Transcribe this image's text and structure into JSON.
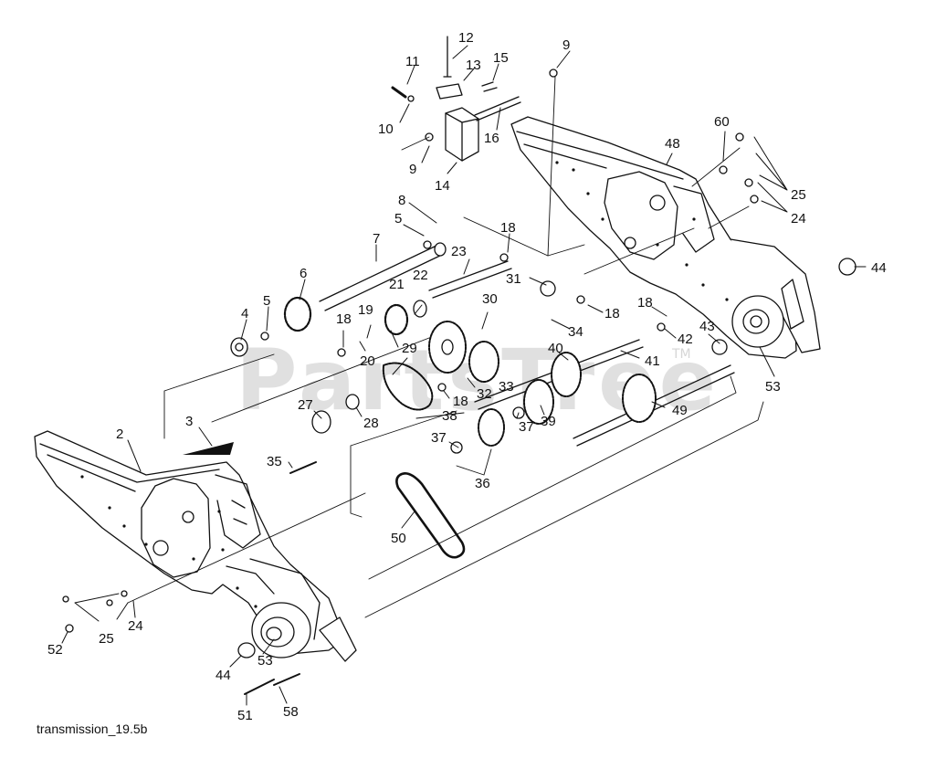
{
  "diagram": {
    "caption": "transmission_19.5b",
    "watermark": "PartsTree",
    "watermark_tm": "TM",
    "labels": {
      "l2": "2",
      "l3": "3",
      "l4": "4",
      "l5a": "5",
      "l5b": "5",
      "l6": "6",
      "l7": "7",
      "l8": "8",
      "l9a": "9",
      "l9b": "9",
      "l10": "10",
      "l11": "11",
      "l12": "12",
      "l13": "13",
      "l14": "14",
      "l15": "15",
      "l16": "16",
      "l18a": "18",
      "l18b": "18",
      "l18c": "18",
      "l18d": "18",
      "l18e": "18",
      "l19": "19",
      "l20": "20",
      "l21": "21",
      "l22": "22",
      "l23": "23",
      "l24a": "24",
      "l24b": "24",
      "l25a": "25",
      "l25b": "25",
      "l27": "27",
      "l28": "28",
      "l29": "29",
      "l30": "30",
      "l31": "31",
      "l32": "32",
      "l33": "33",
      "l34": "34",
      "l35": "35",
      "l36": "36",
      "l37a": "37",
      "l37b": "37",
      "l38": "38",
      "l39": "39",
      "l40": "40",
      "l41": "41",
      "l42": "42",
      "l43": "43",
      "l44a": "44",
      "l44b": "44",
      "l48": "48",
      "l49": "49",
      "l50": "50",
      "l51": "51",
      "l52": "52",
      "l53a": "53",
      "l53b": "53",
      "l58": "58",
      "l60": "60"
    }
  }
}
